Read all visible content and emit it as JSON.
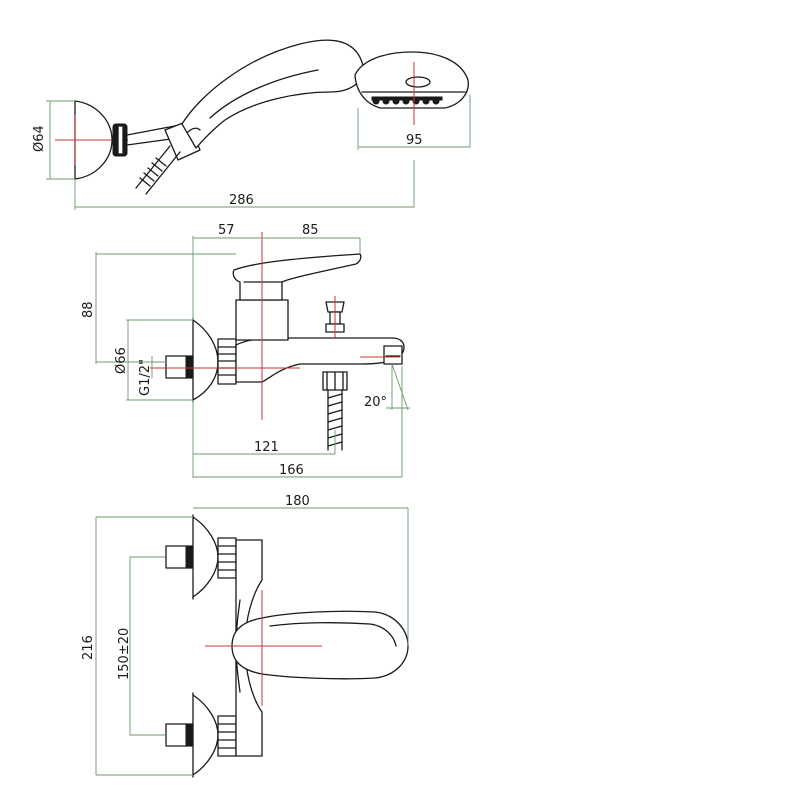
{
  "dimensions": {
    "d64": "Ø64",
    "w95": "95",
    "l286": "286",
    "w57": "57",
    "w85": "85",
    "h88": "88",
    "d66": "Ø66",
    "thread": "G1/2\"",
    "angle": "20°",
    "l121": "121",
    "l166": "166",
    "w180": "180",
    "h216": "216",
    "c150": "150±20"
  }
}
